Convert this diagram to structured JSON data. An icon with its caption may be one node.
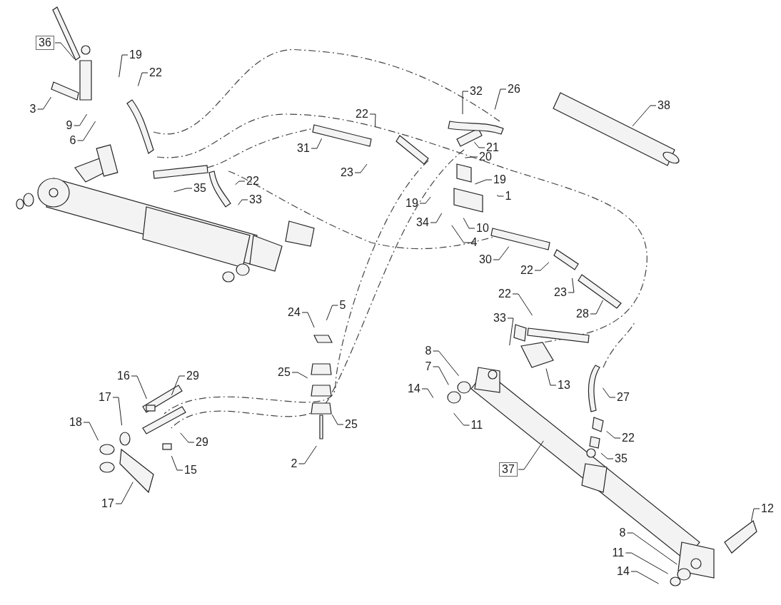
{
  "diagram": {
    "nodes": [
      {
        "text": [
          "36"
        ]
      },
      {
        "text": [
          "19"
        ]
      },
      {
        "text": [
          "22"
        ]
      },
      {
        "text": [
          "3"
        ]
      },
      {
        "text": [
          "9"
        ]
      },
      {
        "text": [
          "6"
        ]
      },
      {
        "text": [
          "35"
        ]
      },
      {
        "text": [
          "22"
        ]
      },
      {
        "text": [
          "33"
        ]
      },
      {
        "text": [
          "22"
        ]
      },
      {
        "text": [
          "31"
        ]
      },
      {
        "text": [
          "23"
        ]
      },
      {
        "text": [
          "32"
        ]
      },
      {
        "text": [
          "26"
        ]
      },
      {
        "text": [
          "38"
        ]
      },
      {
        "text": [
          "21"
        ]
      },
      {
        "text": [
          "20"
        ]
      },
      {
        "text": [
          "19"
        ]
      },
      {
        "text": [
          "1"
        ]
      },
      {
        "text": [
          "19"
        ]
      },
      {
        "text": [
          "34"
        ]
      },
      {
        "text": [
          "10"
        ]
      },
      {
        "text": [
          "4"
        ]
      },
      {
        "text": [
          "30"
        ]
      },
      {
        "text": [
          "22"
        ]
      },
      {
        "text": [
          "23"
        ]
      },
      {
        "text": [
          "28"
        ]
      },
      {
        "text": [
          "22"
        ]
      },
      {
        "text": [
          "33"
        ]
      },
      {
        "text": [
          "24"
        ]
      },
      {
        "text": [
          "5"
        ]
      },
      {
        "text": [
          "25"
        ]
      },
      {
        "text": [
          "25"
        ]
      },
      {
        "text": [
          "2"
        ]
      },
      {
        "text": [
          "16"
        ]
      },
      {
        "text": [
          "29"
        ]
      },
      {
        "text": [
          "17"
        ]
      },
      {
        "text": [
          "18"
        ]
      },
      {
        "text": [
          "29"
        ]
      },
      {
        "text": [
          "15"
        ]
      },
      {
        "text": [
          "17"
        ]
      },
      {
        "text": [
          "8"
        ]
      },
      {
        "text": [
          "7"
        ]
      },
      {
        "text": [
          "14"
        ]
      },
      {
        "text": [
          "11"
        ]
      },
      {
        "text": [
          "13"
        ]
      },
      {
        "text": [
          "27"
        ]
      },
      {
        "text": [
          "22"
        ]
      },
      {
        "text": [
          "35"
        ]
      },
      {
        "text": [
          "37"
        ]
      },
      {
        "text": [
          "12"
        ]
      },
      {
        "text": [
          "8"
        ]
      },
      {
        "text": [
          "11"
        ]
      },
      {
        "text": [
          "14"
        ]
      }
    ],
    "edges": [
      {
        "from": 0,
        "to": null,
        "arrow": "none"
      },
      {
        "from": 1,
        "to": null,
        "arrow": "none"
      },
      {
        "from": 2,
        "to": null,
        "arrow": "none"
      },
      {
        "from": 3,
        "to": null,
        "arrow": "none"
      },
      {
        "from": 4,
        "to": null,
        "arrow": "none"
      },
      {
        "from": 5,
        "to": null,
        "arrow": "none"
      },
      {
        "from": 6,
        "to": null,
        "arrow": "none"
      },
      {
        "from": 7,
        "to": null,
        "arrow": "none"
      },
      {
        "from": 8,
        "to": null,
        "arrow": "none"
      },
      {
        "from": 9,
        "to": null,
        "arrow": "none"
      },
      {
        "from": 10,
        "to": null,
        "arrow": "none"
      },
      {
        "from": 11,
        "to": null,
        "arrow": "none"
      },
      {
        "from": 12,
        "to": null,
        "arrow": "none"
      },
      {
        "from": 13,
        "to": null,
        "arrow": "none"
      },
      {
        "from": 14,
        "to": null,
        "arrow": "none"
      },
      {
        "from": 15,
        "to": null,
        "arrow": "none"
      },
      {
        "from": 16,
        "to": null,
        "arrow": "none"
      },
      {
        "from": 17,
        "to": null,
        "arrow": "none"
      },
      {
        "from": 18,
        "to": null,
        "arrow": "none"
      },
      {
        "from": 19,
        "to": null,
        "arrow": "none"
      },
      {
        "from": 20,
        "to": null,
        "arrow": "none"
      },
      {
        "from": 21,
        "to": null,
        "arrow": "none"
      },
      {
        "from": 22,
        "to": null,
        "arrow": "none"
      },
      {
        "from": 23,
        "to": null,
        "arrow": "none"
      },
      {
        "from": 24,
        "to": null,
        "arrow": "none"
      },
      {
        "from": 25,
        "to": null,
        "arrow": "none"
      },
      {
        "from": 26,
        "to": null,
        "arrow": "none"
      },
      {
        "from": 27,
        "to": null,
        "arrow": "none"
      },
      {
        "from": 28,
        "to": null,
        "arrow": "none"
      },
      {
        "from": 29,
        "to": null,
        "arrow": "none"
      },
      {
        "from": 30,
        "to": null,
        "arrow": "none"
      },
      {
        "from": 31,
        "to": null,
        "arrow": "none"
      },
      {
        "from": 32,
        "to": null,
        "arrow": "none"
      },
      {
        "from": 33,
        "to": null,
        "arrow": "none"
      },
      {
        "from": 34,
        "to": null,
        "arrow": "none"
      },
      {
        "from": 35,
        "to": null,
        "arrow": "none"
      },
      {
        "from": 36,
        "to": null,
        "arrow": "none"
      },
      {
        "from": 37,
        "to": null,
        "arrow": "none"
      },
      {
        "from": 38,
        "to": null,
        "arrow": "none"
      },
      {
        "from": 39,
        "to": null,
        "arrow": "none"
      },
      {
        "from": 40,
        "to": null,
        "arrow": "none"
      },
      {
        "from": 41,
        "to": null,
        "arrow": "none"
      },
      {
        "from": 42,
        "to": null,
        "arrow": "none"
      },
      {
        "from": 43,
        "to": null,
        "arrow": "none"
      },
      {
        "from": 44,
        "to": null,
        "arrow": "none"
      },
      {
        "from": 45,
        "to": null,
        "arrow": "none"
      },
      {
        "from": 46,
        "to": null,
        "arrow": "none"
      },
      {
        "from": 47,
        "to": null,
        "arrow": "none"
      },
      {
        "from": 48,
        "to": null,
        "arrow": "none"
      },
      {
        "from": 49,
        "to": null,
        "arrow": "none"
      },
      {
        "from": 50,
        "to": null,
        "arrow": "none"
      },
      {
        "from": 51,
        "to": null,
        "arrow": "none"
      },
      {
        "from": 52,
        "to": null,
        "arrow": "none"
      },
      {
        "from": 53,
        "to": null,
        "arrow": "none"
      }
    ]
  }
}
